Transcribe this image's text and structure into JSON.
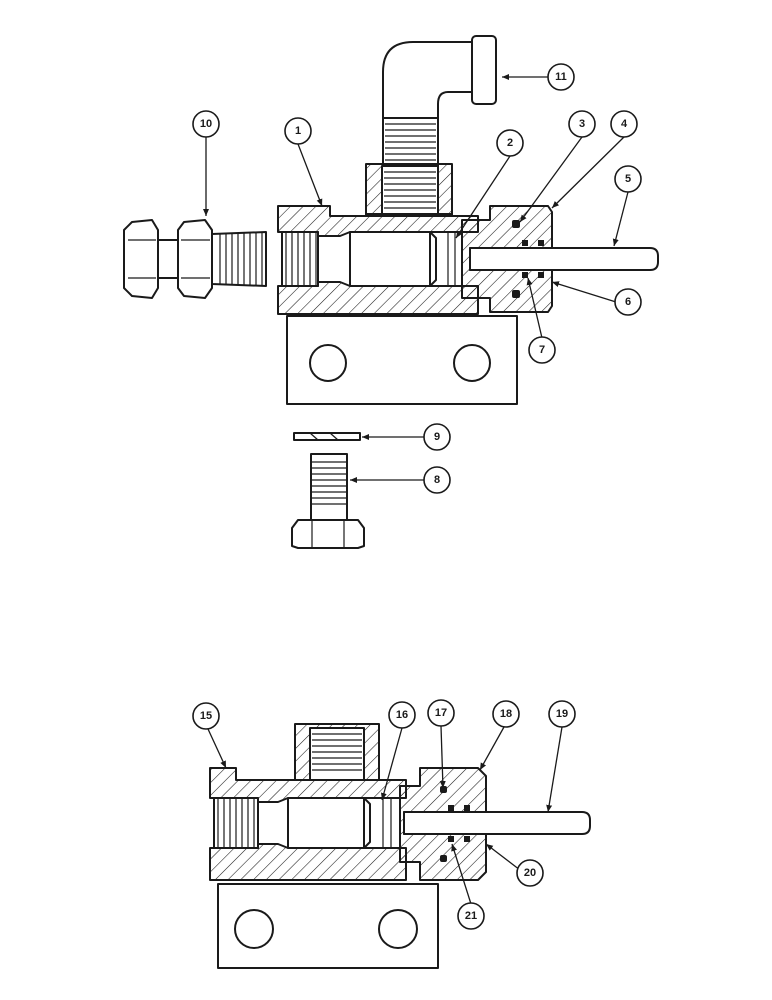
{
  "callouts": {
    "c1": "1",
    "c2": "2",
    "c3": "3",
    "c4": "4",
    "c5": "5",
    "c6": "6",
    "c7": "7",
    "c8": "8",
    "c9": "9",
    "c10": "10",
    "c11": "11",
    "c15": "15",
    "c16": "16",
    "c17": "17",
    "c18": "18",
    "c19": "19",
    "c20": "20",
    "c21": "21"
  },
  "colors": {
    "ink": "#1a1a1a",
    "paper": "#ffffff"
  }
}
